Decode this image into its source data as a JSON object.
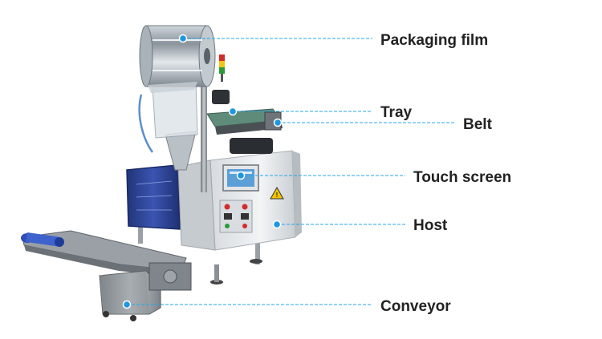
{
  "callouts": {
    "packaging_film": "Packaging film",
    "tray": "Tray",
    "belt": "Belt",
    "touch_screen": "Touch screen",
    "host": "Host",
    "conveyor": "Conveyor"
  },
  "colors": {
    "callout_line": "#2aa4e8",
    "callout_dot": "#1e96e0",
    "label_text": "#222222",
    "hopper_panel": "#2b3f8c",
    "machine_body": "#e6e9ec",
    "steel": "#8c9196",
    "warning_sign": "#f2c200"
  }
}
